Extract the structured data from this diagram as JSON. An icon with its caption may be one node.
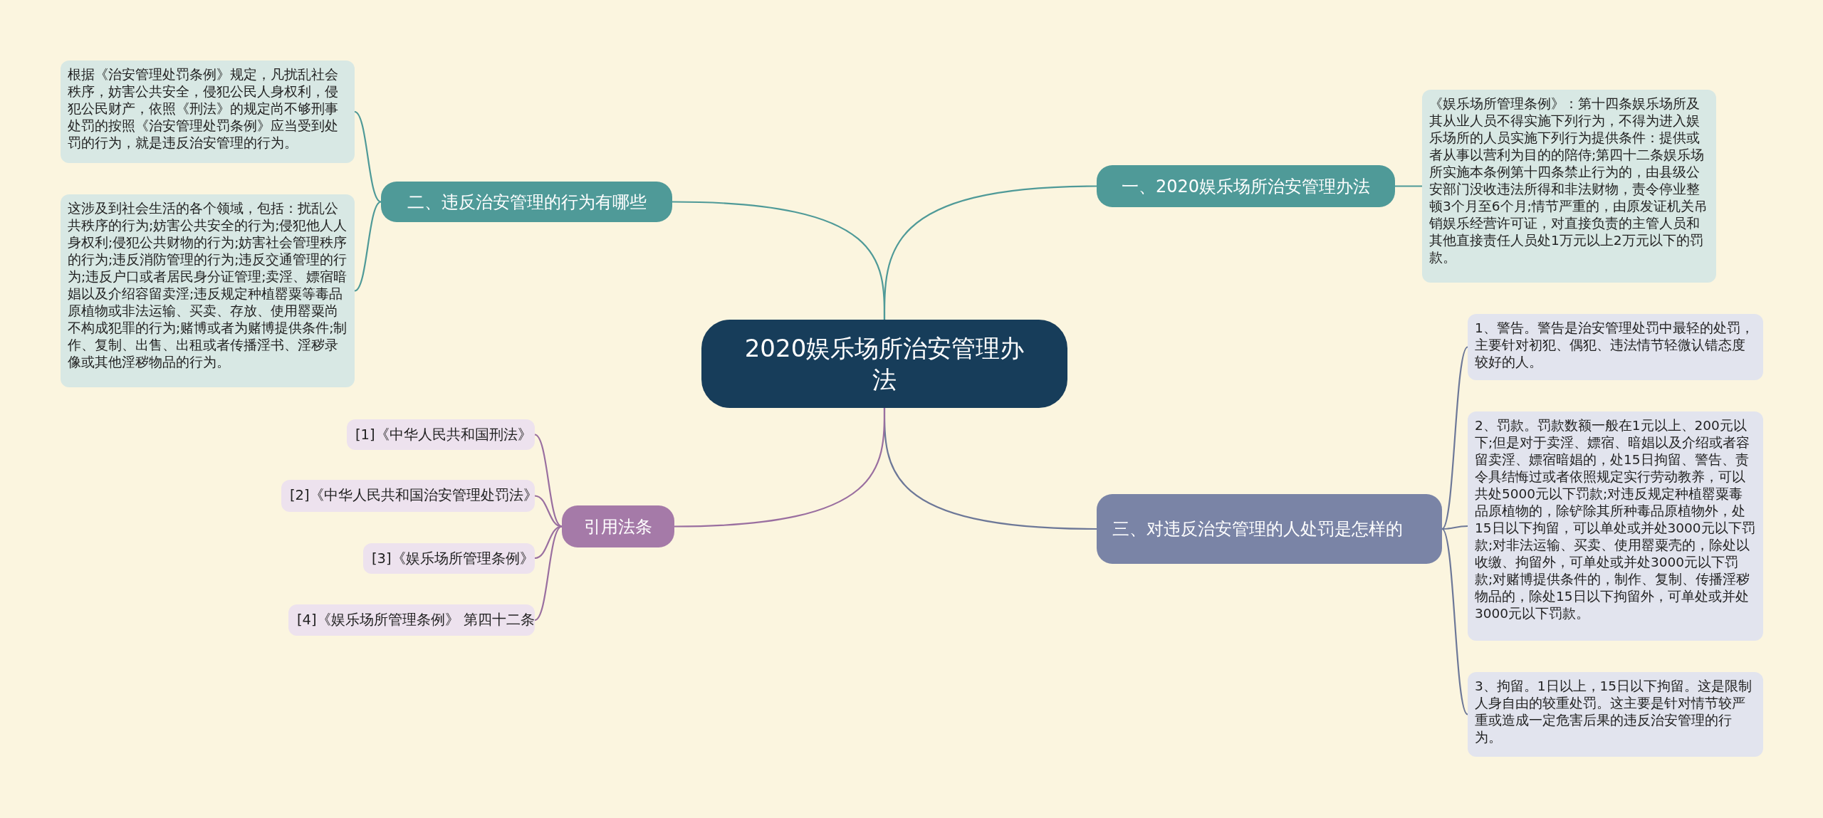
{
  "diagram": {
    "nodes": [
      {
        "text": [
          "2020娱乐场所治安管理办法"
        ]
      },
      {
        "text": [
          "一、2020娱乐场所治安管理办法"
        ]
      },
      {
        "text": [
          "《娱乐场所管理条例》：第十四条娱乐场所及其从业人员不得实施下列行为，不得为进入娱乐场所的人员实施下列行为提供条件：提供或者从事以营利为目的的陪侍;第四十二条娱乐场所实施本条例第十四条禁止行为的，由县级公安部门没收违法所得和非法财物，责令停业整顿3个月至6个月;情节严重的，由原发证机关吊销娱乐经营许可证，对直接负责的主管人员和其他直接责任人员处1万元以上2万元以下的罚款。"
        ]
      },
      {
        "text": [
          "二、违反治安管理的行为有哪些"
        ]
      },
      {
        "text": [
          "根据《治安管理处罚条例》规定，凡扰乱社会秩序，妨害公共安全，侵犯公民人身权利，侵犯公民财产，依照《刑法》的规定尚不够刑事处罚的按照《治安管理处罚条例》应当受到处罚的行为，就是违反治安管理的行为。"
        ]
      },
      {
        "text": [
          "这涉及到社会生活的各个领域，包括：扰乱公共秩序的行为;妨害公共安全的行为;侵犯他人人身权利;侵犯公共财物的行为;妨害社会管理秩序的行为;违反消防管理的行为;违反交通管理的行为;违反户口或者居民身分证管理;卖淫、嫖宿暗娼以及介绍容留卖淫;违反规定种植罂粟等毒品原植物或非法运输、买卖、存放、使用罂粟尚不构成犯罪的行为;赌博或者为赌博提供条件;制作、复制、出售、出租或者传播淫书、淫秽录像或其他淫秽物品的行为。"
        ]
      },
      {
        "text": [
          "三、对违反治安管理的人处罚是怎样的"
        ]
      },
      {
        "text": [
          "1、警告。警告是治安管理处罚中最轻的处罚，主要针对初犯、偶犯、违法情节轻微认错态度较好的人。"
        ]
      },
      {
        "text": [
          "2、罚款。罚款数额一般在1元以上、200元以下;但是对于卖淫、嫖宿、暗娼以及介绍或者容留卖淫、嫖宿暗娼的，处15日拘留、警告、责令具结悔过或者依照规定实行劳动教养，可以共处5000元以下罚款;对违反规定种植罂粟毒品原植物的，除铲除其所种毒品原植物外，处15日以下拘留，可以单处或并处3000元以下罚款;对非法运输、买卖、使用罂粟壳的，除处以收缴、拘留外，可单处或并处3000元以下罚款;对赌博提供条件的，制作、复制、传播淫秽物品的，除处15日以下拘留外，可单处或并处3000元以下罚款。"
        ]
      },
      {
        "text": [
          "3、拘留。1日以上，15日以下拘留。这是限制人身自由的较重处罚。这主要是针对情节较严重或造成一定危害后果的违反治安管理的行为。"
        ]
      },
      {
        "text": [
          "引用法条"
        ]
      },
      {
        "text": [
          "[1]《中华人民共和国刑法》"
        ]
      },
      {
        "text": [
          "[2]《中华人民共和国治安管理处罚法》"
        ]
      },
      {
        "text": [
          "[3]《娱乐场所管理条例》"
        ]
      },
      {
        "text": [
          "[4]《娱乐场所管理条例》 第四十二条"
        ]
      }
    ],
    "edges": [
      {
        "from": 0,
        "to": 1,
        "arrow": "none",
        "color": "#4f9a98"
      },
      {
        "from": 1,
        "to": 2,
        "arrow": "none",
        "color": "#4f9a98"
      },
      {
        "from": 0,
        "to": 3,
        "arrow": "none",
        "color": "#4f9a98"
      },
      {
        "from": 3,
        "to": 4,
        "arrow": "none",
        "color": "#4f9a98"
      },
      {
        "from": 3,
        "to": 5,
        "arrow": "none",
        "color": "#4f9a98"
      },
      {
        "from": 0,
        "to": 6,
        "arrow": "none",
        "color": "#6d7898"
      },
      {
        "from": 6,
        "to": 7,
        "arrow": "none",
        "color": "#6d7898"
      },
      {
        "from": 6,
        "to": 8,
        "arrow": "none",
        "color": "#6d7898"
      },
      {
        "from": 6,
        "to": 9,
        "arrow": "none",
        "color": "#6d7898"
      },
      {
        "from": 0,
        "to": 10,
        "arrow": "none",
        "color": "#9a6fa0"
      },
      {
        "from": 10,
        "to": 11,
        "arrow": "none",
        "color": "#9a6fa0"
      },
      {
        "from": 10,
        "to": 12,
        "arrow": "none",
        "color": "#9a6fa0"
      },
      {
        "from": 10,
        "to": 13,
        "arrow": "none",
        "color": "#9a6fa0"
      },
      {
        "from": 10,
        "to": 14,
        "arrow": "none",
        "color": "#9a6fa0"
      }
    ]
  }
}
